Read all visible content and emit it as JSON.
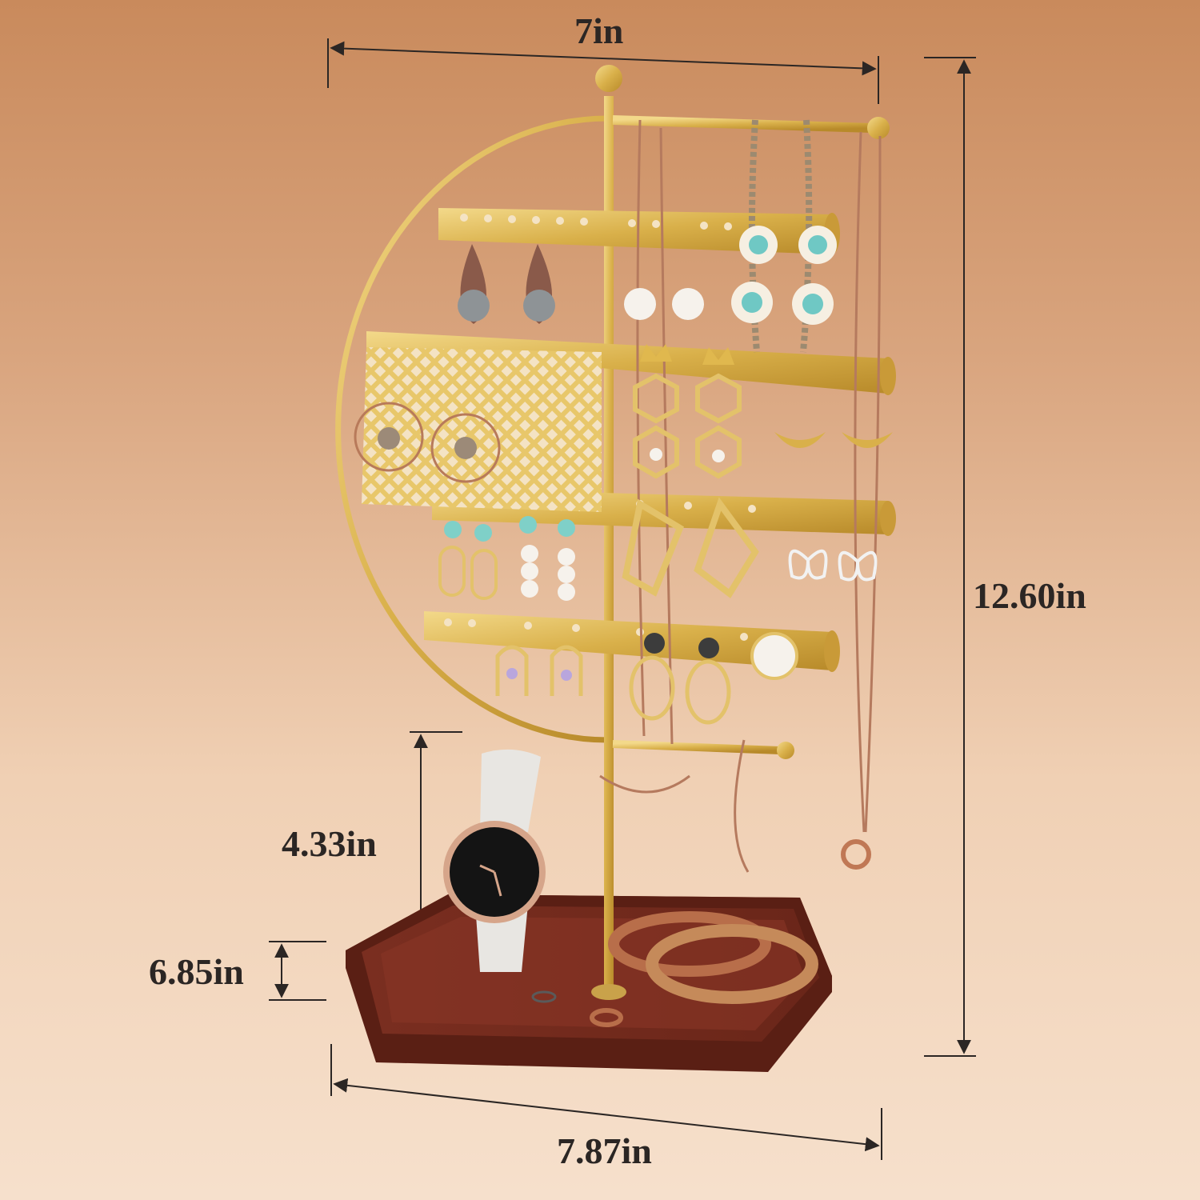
{
  "dimensions": {
    "width": "7in",
    "height": "12.60in",
    "lower_bar_height": "4.33in",
    "base_height": "6.85in",
    "base_width": "7.87in"
  },
  "colors": {
    "background_top": "#c98a5c",
    "background_bottom": "#f6e0cc",
    "gold": "#d9b04a",
    "wood": "#7a2e20",
    "dimension_ink": "#2b2624"
  },
  "product": {
    "type": "half-moon jewelry organizer stand with hexagonal wooden tray",
    "icons": [
      "gold-stand-icon",
      "wooden-tray-icon",
      "watch-icon",
      "earring-icon",
      "necklace-icon",
      "bangle-icon",
      "ring-icon"
    ]
  }
}
